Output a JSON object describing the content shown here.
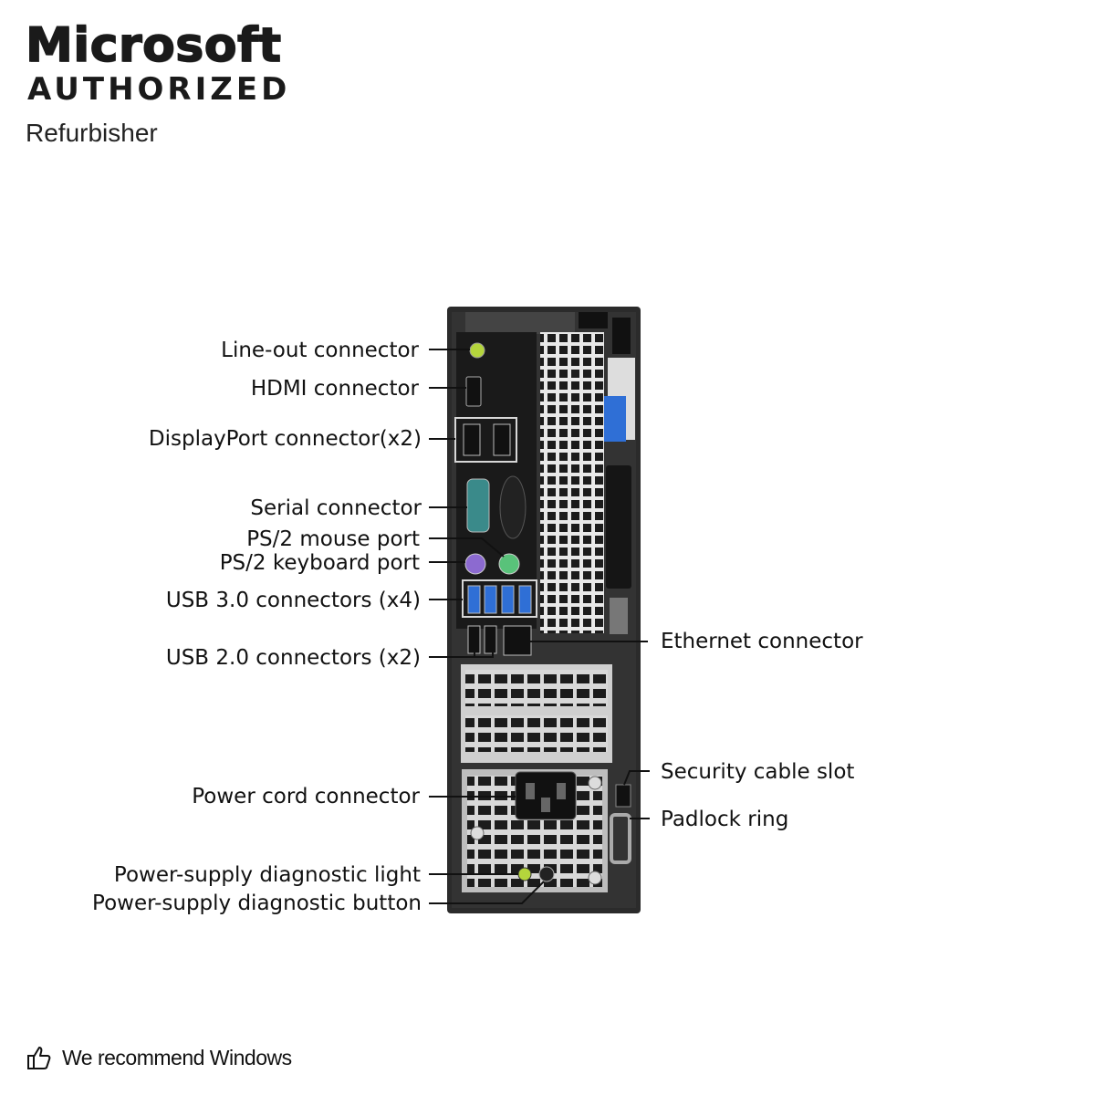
{
  "brand": {
    "name": "Microsoft",
    "status": "AUTHORIZED",
    "role": "Refurbisher"
  },
  "callouts_left": [
    {
      "id": "line-out",
      "label": "Line-out connector"
    },
    {
      "id": "hdmi",
      "label": "HDMI connector"
    },
    {
      "id": "displayport",
      "label": "DisplayPort connector(x2)"
    },
    {
      "id": "serial",
      "label": "Serial connector"
    },
    {
      "id": "ps2-mouse",
      "label": "PS/2 mouse port"
    },
    {
      "id": "ps2-keyboard",
      "label": "PS/2 keyboard port"
    },
    {
      "id": "usb3",
      "label": "USB 3.0 connectors (x4)"
    },
    {
      "id": "usb2",
      "label": "USB 2.0 connectors (x2)"
    },
    {
      "id": "power-cord",
      "label": "Power cord connector"
    },
    {
      "id": "psu-light",
      "label": "Power-supply diagnostic light"
    },
    {
      "id": "psu-button",
      "label": "Power-supply diagnostic button"
    }
  ],
  "callouts_right": [
    {
      "id": "ethernet",
      "label": "Ethernet connector"
    },
    {
      "id": "security-slot",
      "label": "Security cable slot"
    },
    {
      "id": "padlock",
      "label": "Padlock ring"
    }
  ],
  "footer": {
    "text": "We recommend Windows",
    "icon": "thumbs-up-icon"
  },
  "colors": {
    "chassis": "#2a2a2a",
    "usb3_blue": "#2f6fd6",
    "ps2_mouse": "#59c27a",
    "ps2_keyboard": "#8c6ad0",
    "serial": "#3a8a8a",
    "line_out": "#b4d53c"
  }
}
